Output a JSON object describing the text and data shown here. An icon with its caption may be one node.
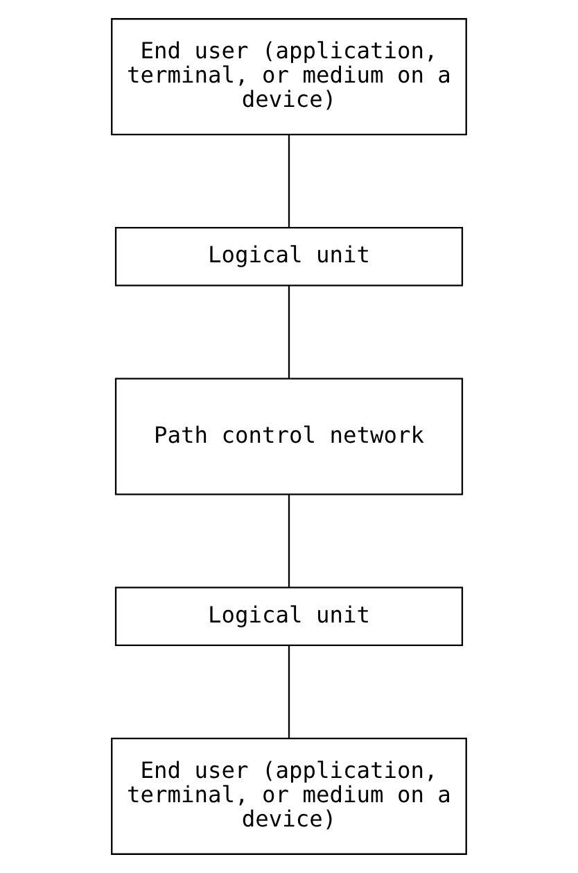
{
  "diagram": {
    "nodes": [
      {
        "text": [
          "End user (application, terminal, or medium on a device)"
        ]
      },
      {
        "text": [
          "Logical unit"
        ]
      },
      {
        "text": [
          "Path control network"
        ]
      },
      {
        "text": [
          "Logical unit"
        ]
      },
      {
        "text": [
          "End user (application, terminal, or medium on a device)"
        ]
      }
    ],
    "edges": [
      {
        "from": 0,
        "to": 1,
        "arrow": "none"
      },
      {
        "from": 1,
        "to": 2,
        "arrow": "none"
      },
      {
        "from": 2,
        "to": 3,
        "arrow": "none"
      },
      {
        "from": 3,
        "to": 4,
        "arrow": "none"
      }
    ]
  }
}
